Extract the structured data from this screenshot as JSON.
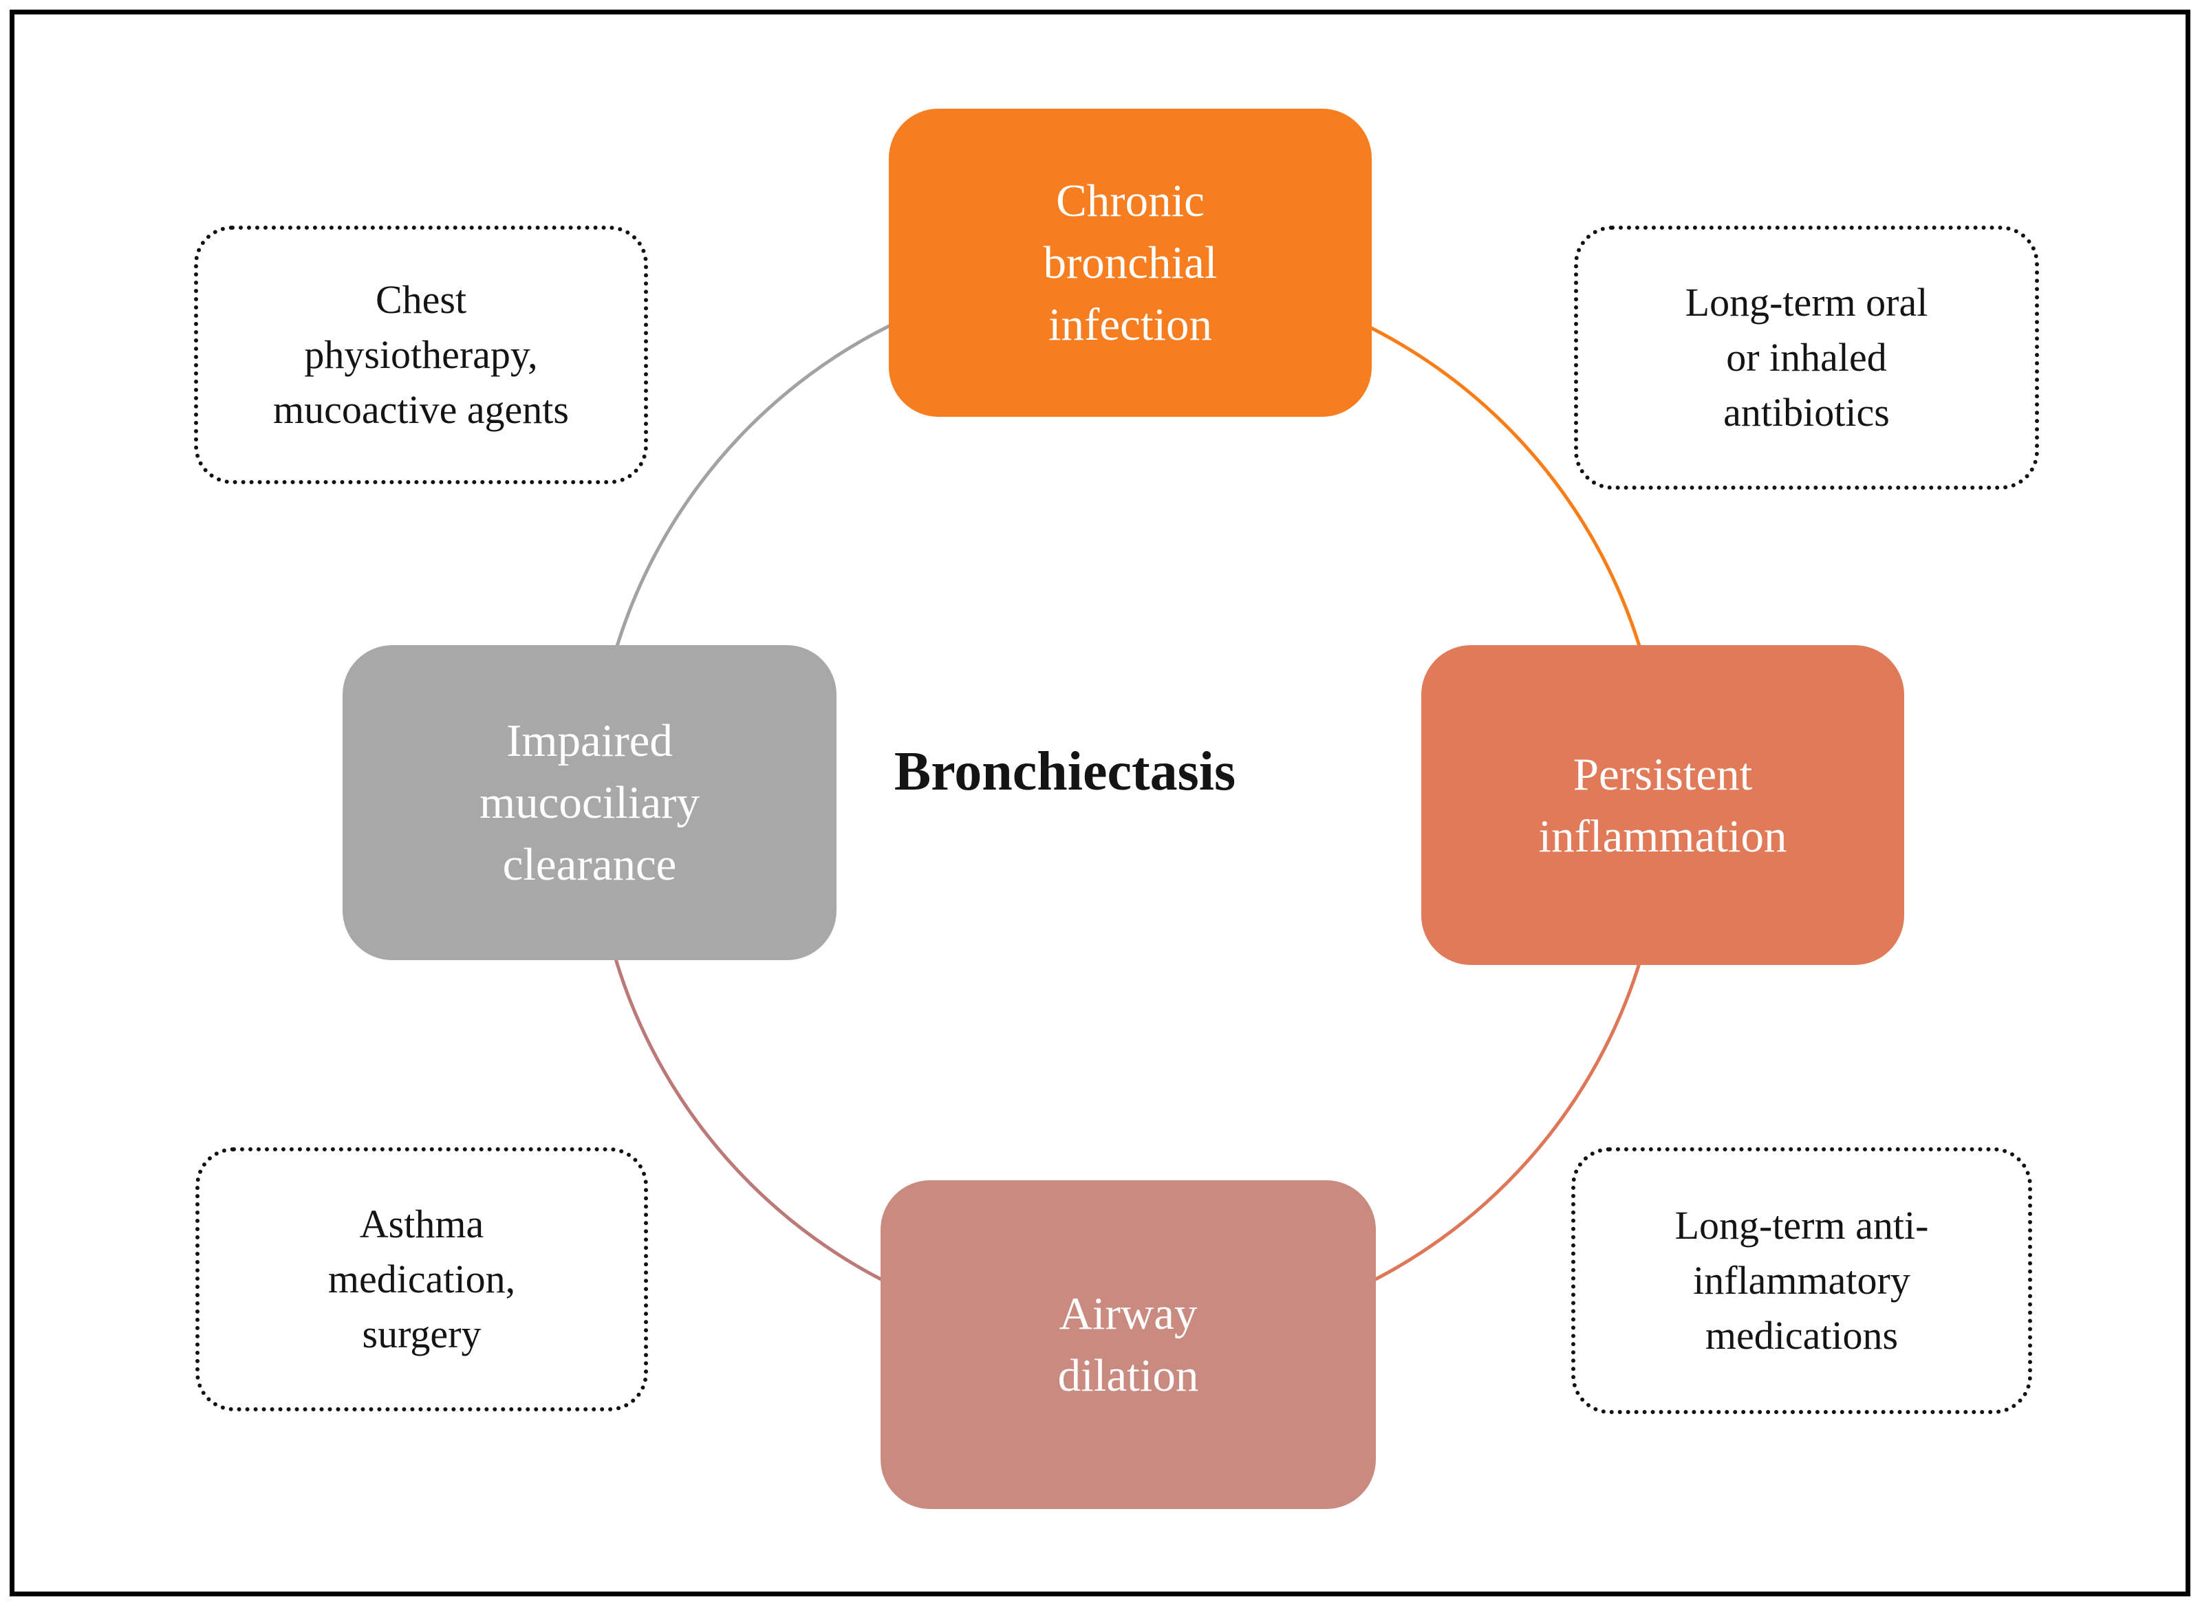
{
  "title": "Bronchiectasis",
  "boxes": {
    "top": {
      "line1": "Chronic",
      "line2": "bronchial",
      "line3": "infection",
      "color": "#F77E20"
    },
    "right": {
      "line1": "Persistent",
      "line2": "inflammation",
      "color": "#E07A59"
    },
    "bottom": {
      "line1": "Airway",
      "line2": "dilation",
      "color": "#C98A80"
    },
    "left": {
      "line1": "Impaired",
      "line2": "mucociliary",
      "line3": "clearance",
      "color": "#A9A8A8"
    }
  },
  "notes": {
    "top_left": {
      "line1": "Chest",
      "line2": "physiotherapy,",
      "line3": "mucoactive agents"
    },
    "top_right": {
      "line1": "Long-term oral",
      "line2": "or inhaled",
      "line3": "antibiotics"
    },
    "bottom_left": {
      "line1": "Asthma",
      "line2": "medication,",
      "line3": "surgery"
    },
    "bottom_right": {
      "line1": "Long-term anti-",
      "line2": "inflammatory",
      "line3": "medications"
    }
  },
  "arcs": {
    "gray": "#A3A2A2",
    "orange": "#FB7D17",
    "salmon": "#DE7758",
    "rose": "#BB7977"
  },
  "frame_color": "#000000",
  "text_colors": {
    "node_text": "#FFFFFF",
    "note_text": "#141414",
    "center_text": "#141414"
  }
}
